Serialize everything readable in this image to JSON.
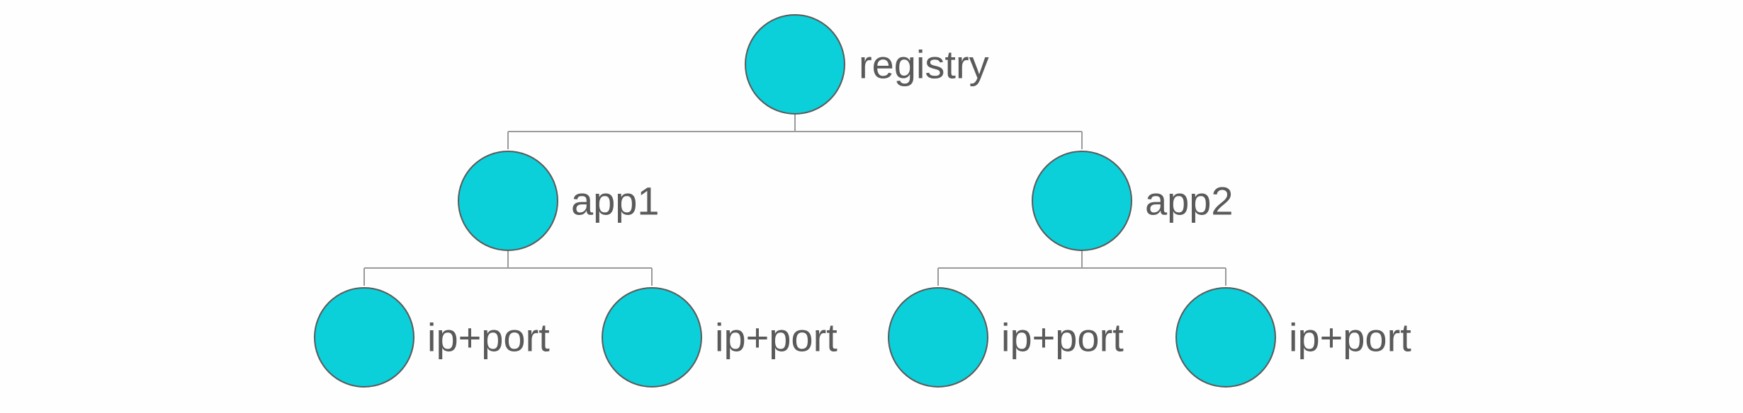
{
  "colors": {
    "background": "#fefefe",
    "node_fill": "#0bcfd9",
    "node_stroke": "#5a5a5a",
    "connector": "#9a9a9a",
    "label_text": "#5a5a5a"
  },
  "nodes": {
    "root": {
      "label": "registry"
    },
    "app1": {
      "label": "app1"
    },
    "app2": {
      "label": "app2"
    },
    "app1_leaf1": {
      "label": "ip+port"
    },
    "app1_leaf2": {
      "label": "ip+port"
    },
    "app2_leaf1": {
      "label": "ip+port"
    },
    "app2_leaf2": {
      "label": "ip+port"
    }
  }
}
